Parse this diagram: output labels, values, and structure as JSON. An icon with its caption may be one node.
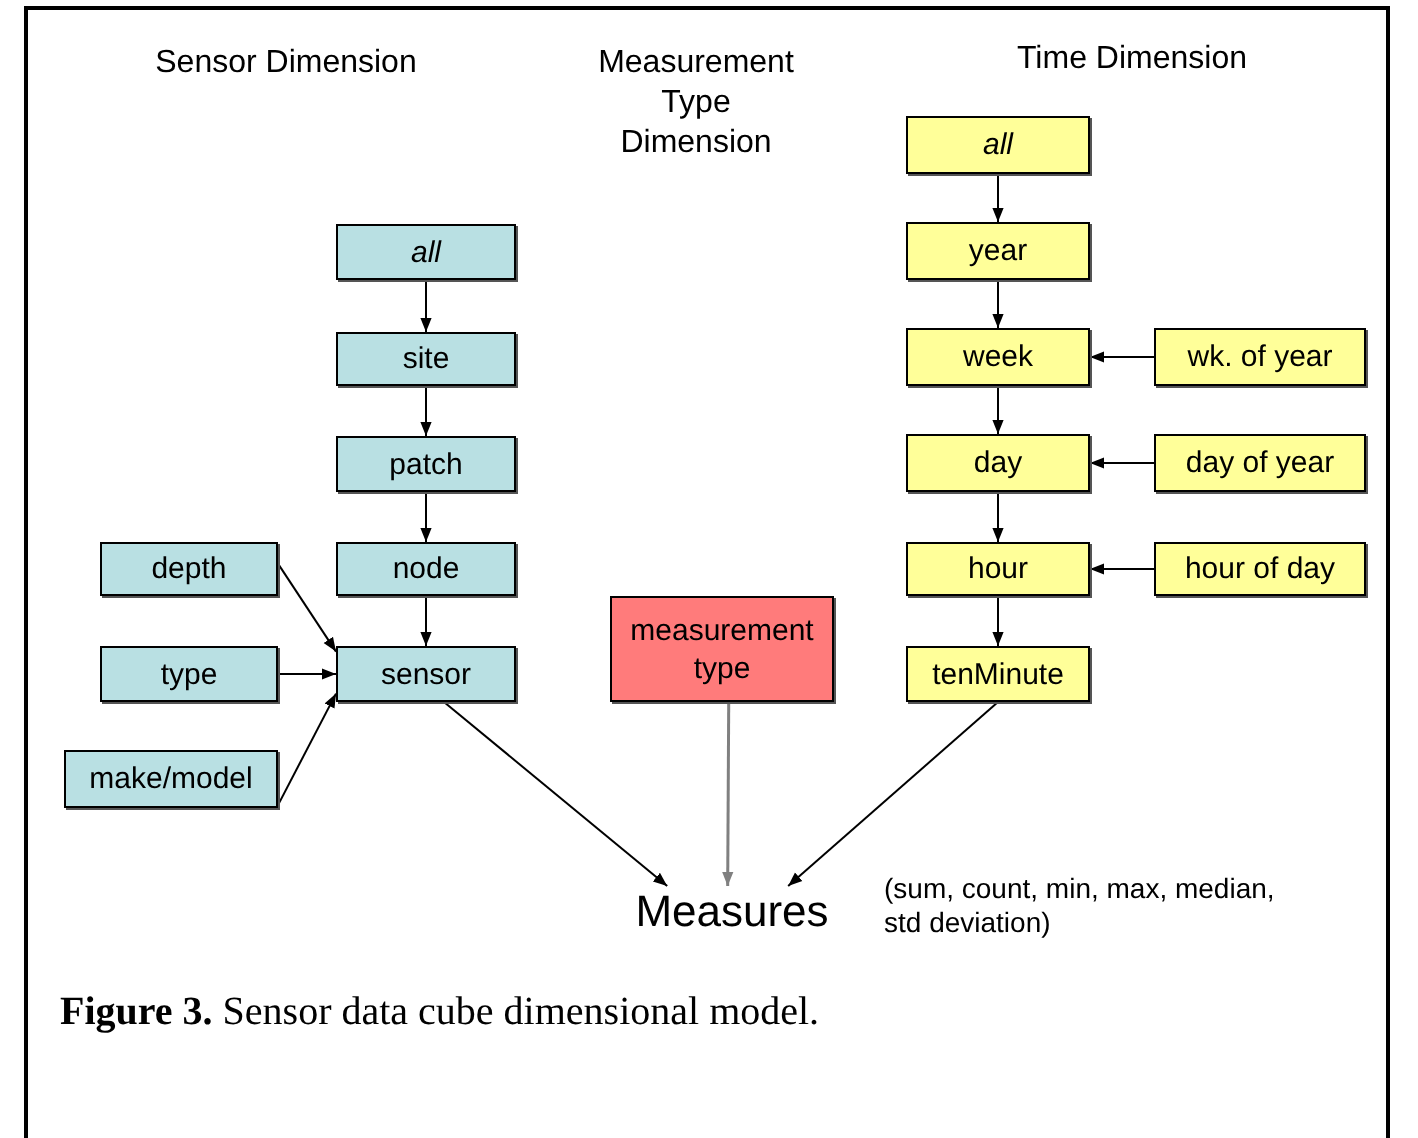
{
  "diagram": {
    "caption": "**Figure 3.** Sensor data cube dimensional model.",
    "nodes": [
      {
        "text": [
          "all"
        ]
      },
      {
        "text": [
          "site"
        ]
      },
      {
        "text": [
          "patch"
        ]
      },
      {
        "text": [
          "node"
        ]
      },
      {
        "text": [
          "depth"
        ]
      },
      {
        "text": [
          "type"
        ]
      },
      {
        "text": [
          "sensor"
        ]
      },
      {
        "text": [
          "make/model"
        ]
      },
      {
        "text": [
          "measurement type"
        ]
      },
      {
        "text": [
          "all"
        ]
      },
      {
        "text": [
          "year"
        ]
      },
      {
        "text": [
          "week"
        ]
      },
      {
        "text": [
          "wk. of year"
        ]
      },
      {
        "text": [
          "day"
        ]
      },
      {
        "text": [
          "day of year"
        ]
      },
      {
        "text": [
          "hour"
        ]
      },
      {
        "text": [
          "hour of day"
        ]
      },
      {
        "text": [
          "tenMinute"
        ]
      },
      {
        "text": [
          "Measures"
        ],
        "beside": [
          "(sum, count, min, max, median, std deviation)"
        ]
      }
    ],
    "edges": [
      {
        "from": 0,
        "to": 1,
        "arrow": "to"
      },
      {
        "from": 1,
        "to": 2,
        "arrow": "to"
      },
      {
        "from": 2,
        "to": 3,
        "arrow": "to"
      },
      {
        "from": 3,
        "to": 6,
        "arrow": "to"
      },
      {
        "from": 4,
        "to": 6,
        "arrow": "to"
      },
      {
        "from": 5,
        "to": 6,
        "arrow": "to"
      },
      {
        "from": 7,
        "to": 6,
        "arrow": "to"
      },
      {
        "from": 9,
        "to": 10,
        "arrow": "to"
      },
      {
        "from": 10,
        "to": 11,
        "arrow": "to"
      },
      {
        "from": 12,
        "to": 11,
        "arrow": "to"
      },
      {
        "from": 11,
        "to": 13,
        "arrow": "to"
      },
      {
        "from": 14,
        "to": 13,
        "arrow": "to"
      },
      {
        "from": 13,
        "to": 15,
        "arrow": "to"
      },
      {
        "from": 16,
        "to": 15,
        "arrow": "to"
      },
      {
        "from": 15,
        "to": 17,
        "arrow": "to"
      },
      {
        "from": 6,
        "to": 18,
        "arrow": "to"
      },
      {
        "from": 8,
        "to": 18,
        "arrow": "to",
        "color": "#808080"
      },
      {
        "from": 17,
        "to": 18,
        "arrow": "to"
      }
    ],
    "labels": [
      "Sensor Dimension",
      "Measurement Type Dimension",
      "Time Dimension"
    ]
  }
}
